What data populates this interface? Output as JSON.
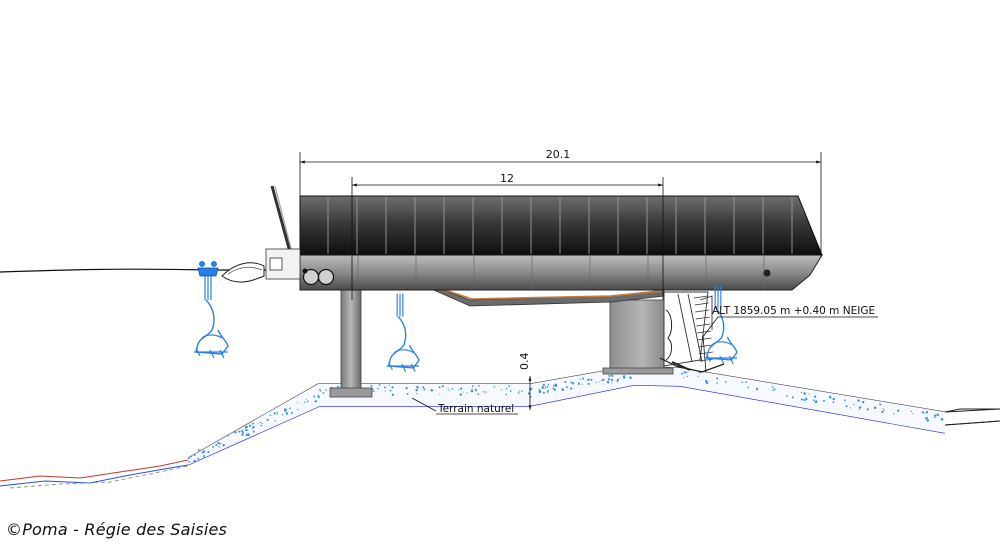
{
  "dimensions": {
    "overall_length": "20.1",
    "inner_length": "12",
    "snow_depth": "0.4"
  },
  "annotations": {
    "altitude": "ALT 1859.05 m +0.40 m NEIGE",
    "terrain": "Terrain naturel"
  },
  "credit": "©Poma - Régie des Saisies",
  "colors": {
    "chairs": "#2a7fe6",
    "snow_line": "#1a1aff",
    "snow_dots": "#3a8fe0",
    "concrete": "#8c8c8c",
    "beam_orange": "#c87a3a"
  },
  "icons": [
    "chairlift-chair-icon"
  ]
}
